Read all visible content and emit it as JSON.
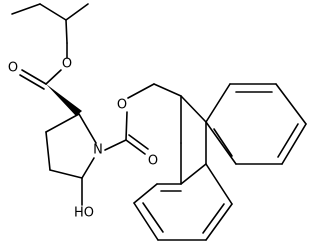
{
  "structure": {
    "atoms": {
      "ester_o_alkyl": "O",
      "ester_o_carbonyl": "O",
      "carbamate_o_link": "O",
      "carbamate_o_carbonyl": "O",
      "ring_n": "N",
      "hydroxyl": "HO"
    }
  }
}
